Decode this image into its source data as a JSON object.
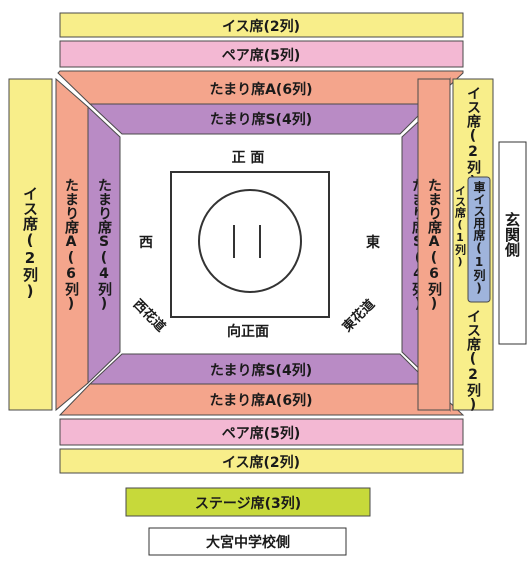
{
  "colors": {
    "yellow": "#f8ee8a",
    "pink": "#f3b8d3",
    "salmon": "#f4a58c",
    "purple": "#b98bc5",
    "stage": "#c7d93a",
    "wheelchair": "#9fb4dc",
    "border": "#4a4a4a"
  },
  "north": {
    "row1": "イス席(2列)",
    "row2": "ペア席(5列)",
    "row3": "たまり席A(6列)",
    "row4": "たまり席S(4列)"
  },
  "south": {
    "row1": "たまり席S(4列)",
    "row2": "たまり席A(6列)",
    "row3": "ペア席(5列)",
    "row4": "イス席(2列)"
  },
  "west": {
    "outer": "イス席(2列)",
    "middle": "たまり席A(6列)",
    "inner": "たまり席S(4列)"
  },
  "east": {
    "inner": "たまり席S(4列)",
    "middle": "たまり席A(6列)",
    "outer_top": "イス席(2列)",
    "outer_mid_a": "イス席(1列)",
    "wheelchair": "車イス用席(1列)",
    "outer_bottom": "イス席(2列)"
  },
  "ring": {
    "north": "正 面",
    "south": "向正面",
    "west": "西",
    "east": "東",
    "west_path": "西花道",
    "east_path": "東花道"
  },
  "stage": "ステージ席(3列)",
  "school_side": "大宮中学校側",
  "entrance_side": "玄関側"
}
